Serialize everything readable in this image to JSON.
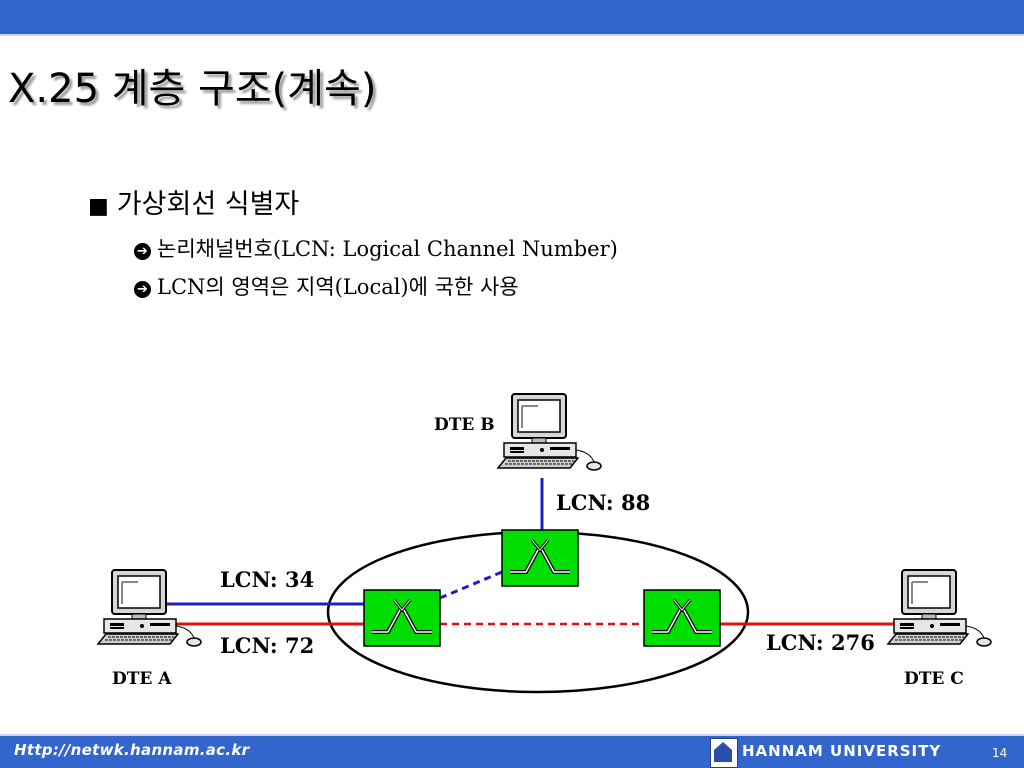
{
  "title": "X.25 계층 구조(계속)",
  "bullet": {
    "marker": "■",
    "text": "가상회선 식별자",
    "subitems": [
      {
        "marker": "➔",
        "text": "논리채널번호(LCN: Logical Channel Number)"
      },
      {
        "marker": "➔",
        "text": "LCN의 영역은 지역(Local)에 국한 사용"
      }
    ]
  },
  "diagram": {
    "dte_a": "DTE A",
    "dte_b": "DTE B",
    "dte_c": "DTE C",
    "lcn_34": "LCN: 34",
    "lcn_72": "LCN: 72",
    "lcn_88": "LCN: 88",
    "lcn_276": "LCN: 276",
    "colors": {
      "network_line_blue": "#2020c0",
      "network_line_red": "#e01010",
      "switch_fill": "#00dd00",
      "frame_blue": "#3366cc"
    }
  },
  "footer": {
    "url": "Http://netwk.hannam.ac.kr",
    "university": "HANNAM UNIVERSITY",
    "page": "14"
  }
}
